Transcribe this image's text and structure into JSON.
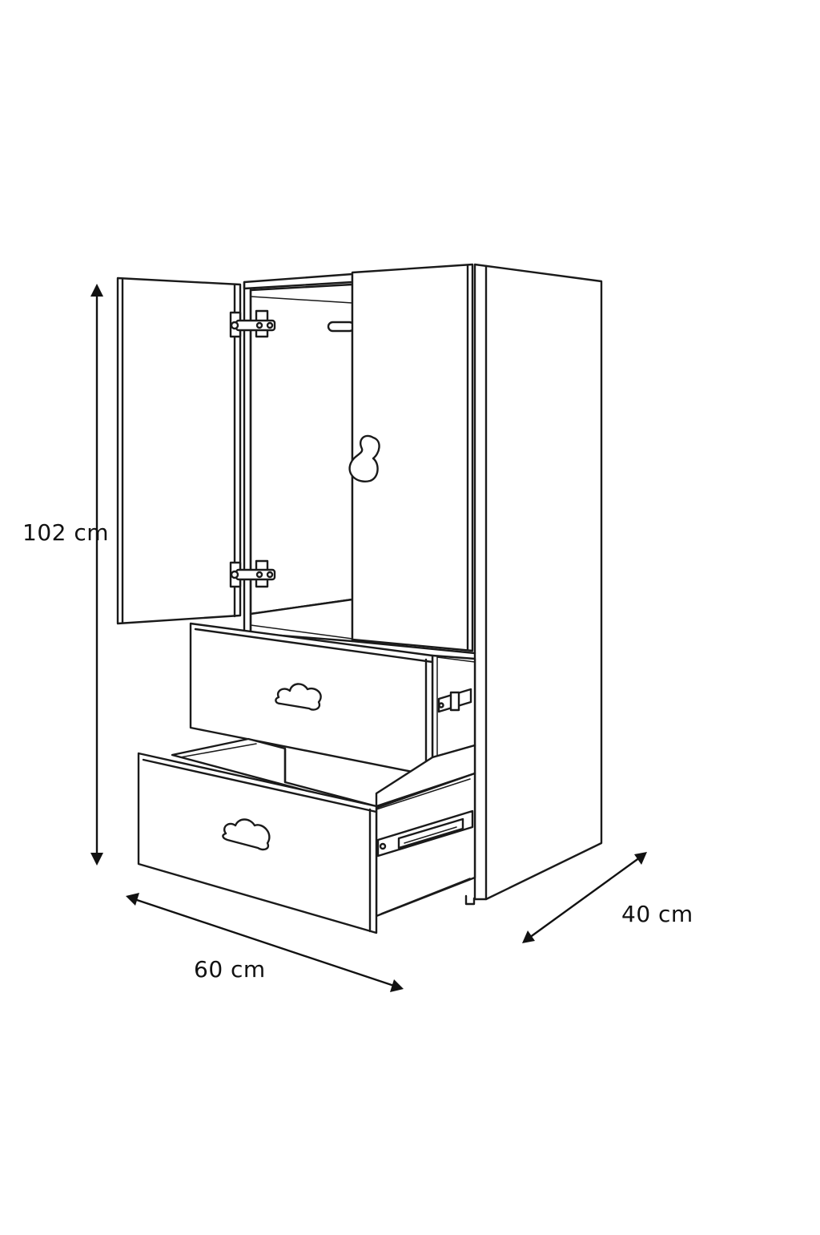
{
  "dimensions": {
    "height": "102 cm",
    "width": "60 cm",
    "depth": "40 cm"
  },
  "colors": {
    "line": "#1a1a1a",
    "background": "#ffffff"
  }
}
